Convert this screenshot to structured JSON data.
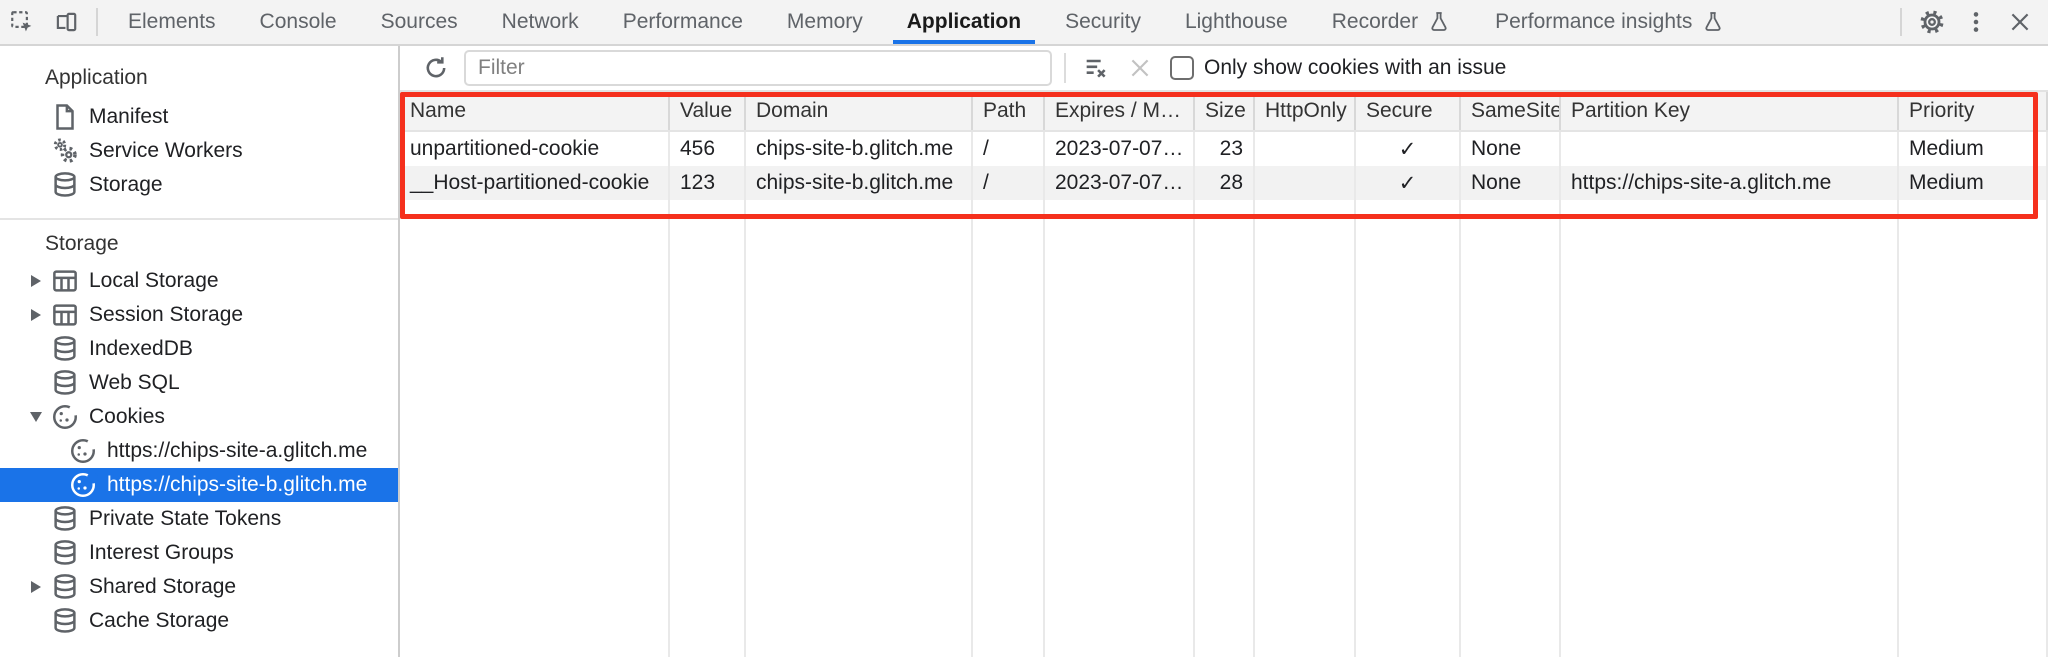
{
  "colors": {
    "accent": "#1a73e8",
    "highlight_box": "#f5301d",
    "toolbar_bg": "#f3f3f3",
    "row_alt_bg": "#f2f2f2",
    "selected_item_bg": "#1a73e8"
  },
  "toolbar": {
    "tabs": [
      {
        "label": "Elements"
      },
      {
        "label": "Console"
      },
      {
        "label": "Sources"
      },
      {
        "label": "Network"
      },
      {
        "label": "Performance"
      },
      {
        "label": "Memory"
      },
      {
        "label": "Application",
        "selected": true
      },
      {
        "label": "Security"
      },
      {
        "label": "Lighthouse"
      },
      {
        "label": "Recorder",
        "experimental": true
      },
      {
        "label": "Performance insights",
        "experimental": true
      }
    ]
  },
  "sidebar": {
    "sections": [
      {
        "title": "Application",
        "items": [
          {
            "label": "Manifest",
            "icon": "document-icon"
          },
          {
            "label": "Service Workers",
            "icon": "gears-icon"
          },
          {
            "label": "Storage",
            "icon": "database-icon"
          }
        ]
      },
      {
        "title": "Storage",
        "items": [
          {
            "label": "Local Storage",
            "icon": "table-icon",
            "expander": "collapsed"
          },
          {
            "label": "Session Storage",
            "icon": "table-icon",
            "expander": "collapsed"
          },
          {
            "label": "IndexedDB",
            "icon": "database-icon"
          },
          {
            "label": "Web SQL",
            "icon": "database-icon"
          },
          {
            "label": "Cookies",
            "icon": "cookie-icon",
            "expander": "expanded",
            "children": [
              {
                "label": "https://chips-site-a.glitch.me",
                "selected": false
              },
              {
                "label": "https://chips-site-b.glitch.me",
                "selected": true
              }
            ]
          },
          {
            "label": "Private State Tokens",
            "icon": "database-icon"
          },
          {
            "label": "Interest Groups",
            "icon": "database-icon"
          },
          {
            "label": "Shared Storage",
            "icon": "database-icon",
            "expander": "collapsed"
          },
          {
            "label": "Cache Storage",
            "icon": "database-icon"
          }
        ]
      }
    ]
  },
  "cookies_panel": {
    "filter": {
      "placeholder": "Filter",
      "value": ""
    },
    "issue_filter_label": "Only show cookies with an issue",
    "issue_filter_checked": false,
    "table": {
      "columns": [
        "Name",
        "Value",
        "Domain",
        "Path",
        "Expires / M…",
        "Size",
        "HttpOnly",
        "Secure",
        "SameSite",
        "Partition Key",
        "Priority"
      ],
      "rows": [
        {
          "name": "unpartitioned-cookie",
          "value": "456",
          "domain": "chips-site-b.glitch.me",
          "path": "/",
          "expires": "2023-07-07…",
          "size": "23",
          "http_only": "",
          "secure": "✓",
          "same_site": "None",
          "partition_key": "",
          "priority": "Medium"
        },
        {
          "name": "__Host-partitioned-cookie",
          "value": "123",
          "domain": "chips-site-b.glitch.me",
          "path": "/",
          "expires": "2023-07-07…",
          "size": "28",
          "http_only": "",
          "secure": "✓",
          "same_site": "None",
          "partition_key": "https://chips-site-a.glitch.me",
          "priority": "Medium"
        }
      ]
    }
  }
}
